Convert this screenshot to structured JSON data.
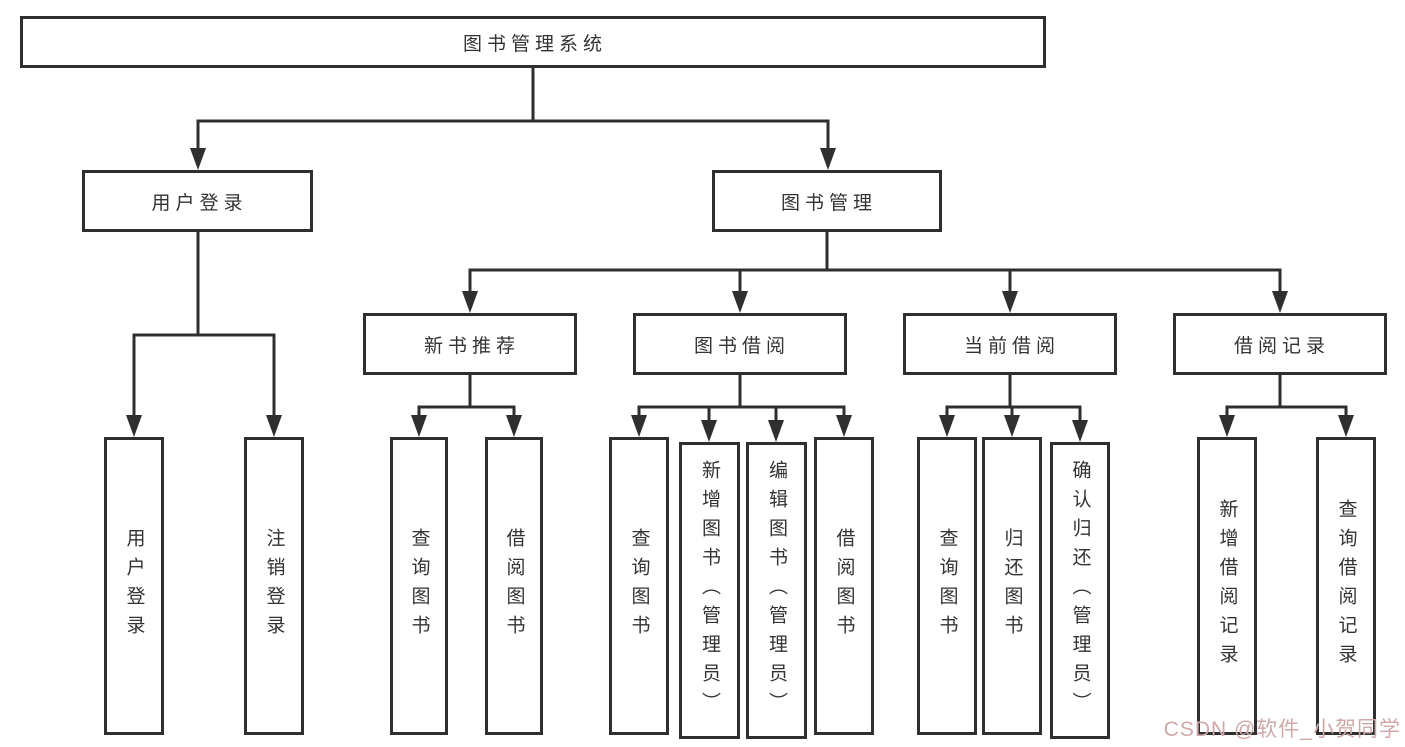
{
  "diagram": {
    "root": "图书管理系统",
    "branches": {
      "user_login": "用户登录",
      "book_management": "图书管理"
    },
    "modules": {
      "new_book": "新书推荐",
      "borrowing": "图书借阅",
      "current": "当前借阅",
      "records": "借阅记录"
    },
    "leaves": {
      "user_login": [
        "用户登录",
        "注销登录"
      ],
      "new_book": [
        "查询图书",
        "借阅图书"
      ],
      "borrowing": [
        "查询图书",
        "新增图书（管理员）",
        "编辑图书（管理员）",
        "借阅图书"
      ],
      "current": [
        "查询图书",
        "归还图书",
        "确认归还（管理员）"
      ],
      "records": [
        "新增借阅记录",
        "查询借阅记录"
      ]
    }
  },
  "watermark": "CSDN @软件_小贺同学",
  "colors": {
    "line": "#2f2f2f",
    "box_border": "#2f2f2f",
    "text": "#333333",
    "watermark": "#cfa8a8",
    "background": "#ffffff"
  }
}
